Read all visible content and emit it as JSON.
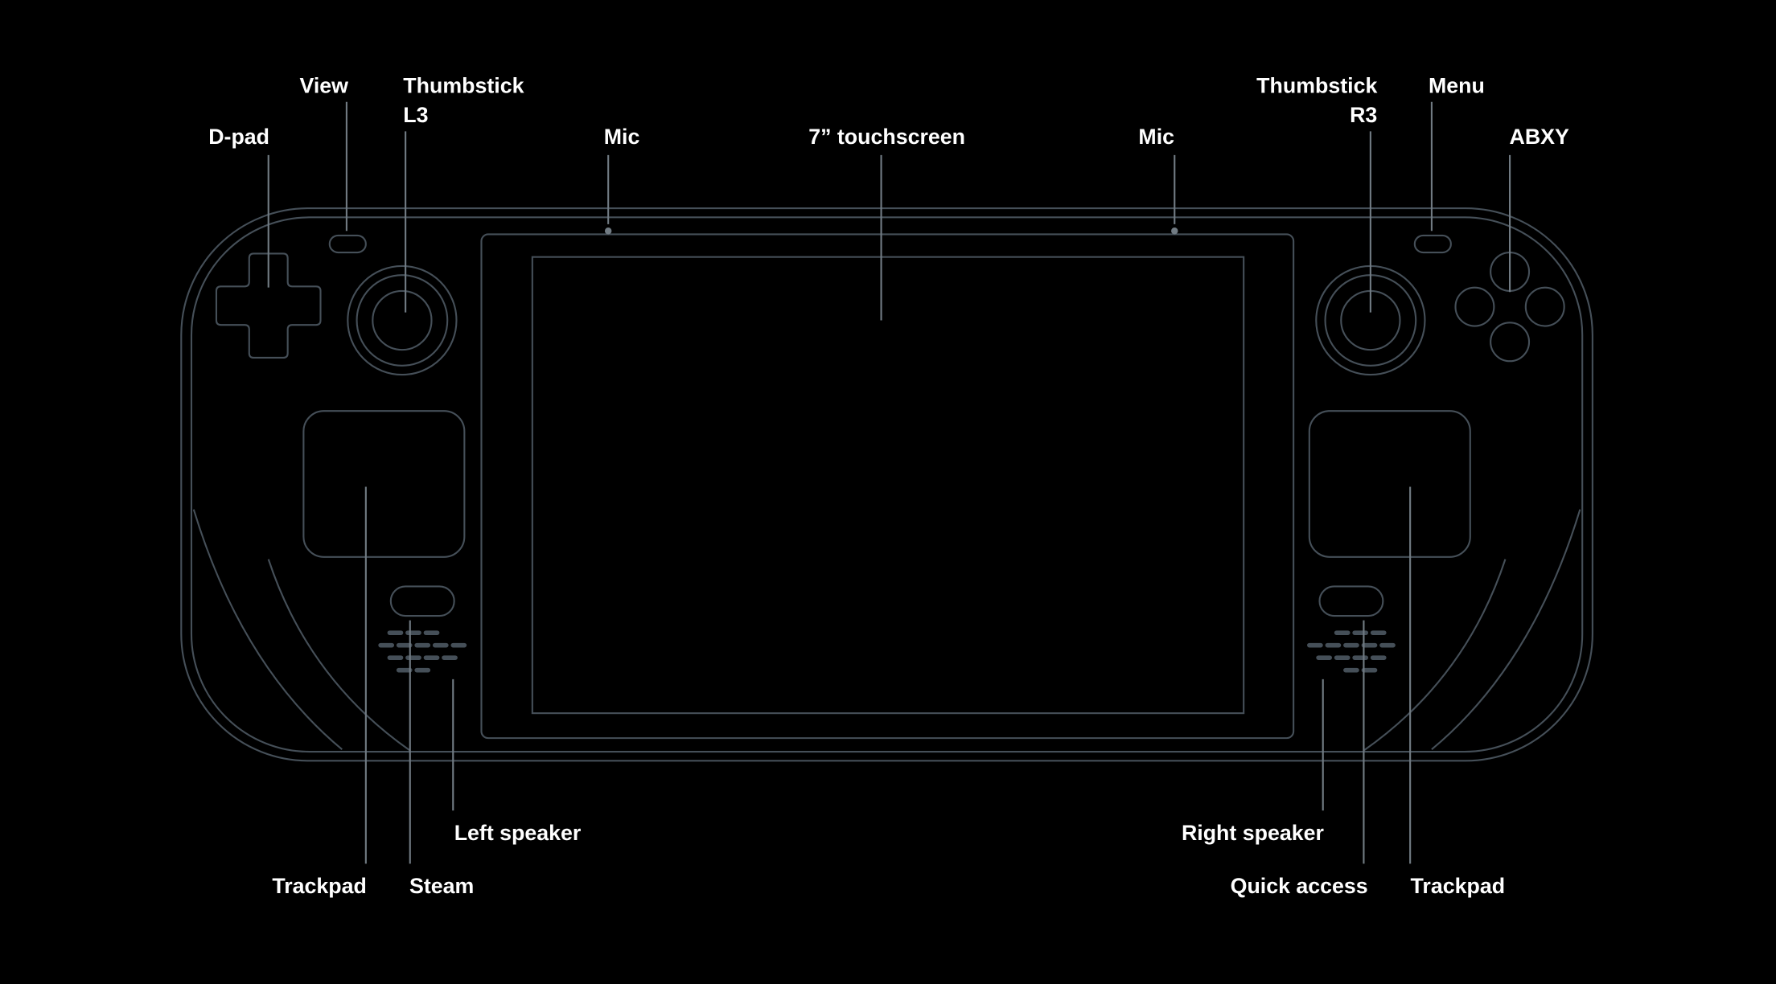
{
  "diagram": {
    "colors": {
      "background": "#000000",
      "device_outline": "#454f58",
      "leader_line": "#717b83",
      "label_text": "#ffffff"
    },
    "labels": {
      "view": "View",
      "thumbstick_left": "Thumbstick",
      "l3": "L3",
      "dpad": "D-pad",
      "mic_left": "Mic",
      "touchscreen": "7” touchscreen",
      "mic_right": "Mic",
      "thumbstick_right": "Thumbstick",
      "r3": "R3",
      "menu": "Menu",
      "abxy": "ABXY",
      "trackpad_left": "Trackpad",
      "steam": "Steam",
      "left_speaker": "Left speaker",
      "right_speaker": "Right speaker",
      "quick_access": "Quick access",
      "trackpad_right": "Trackpad"
    }
  }
}
